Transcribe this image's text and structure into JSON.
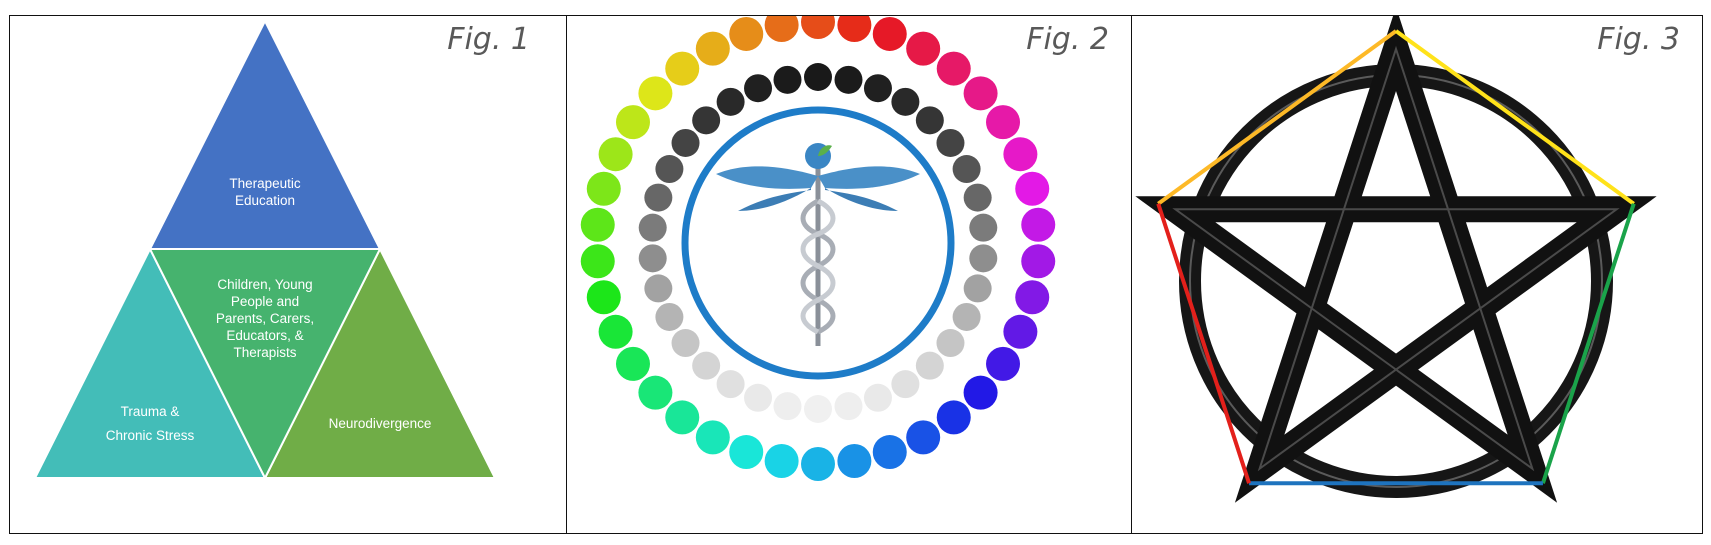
{
  "figures": [
    {
      "label": "Fig. 1",
      "segments": {
        "top": [
          "Therapeutic",
          "Education"
        ],
        "center": [
          "Children, Young",
          "People and",
          "Parents, Carers,",
          "Educators, &",
          "Therapists"
        ],
        "left": [
          "Trauma &",
          "Chronic Stress"
        ],
        "right": [
          "Neurodivergence"
        ]
      },
      "colors": {
        "top": "#4472C4",
        "center": "#46B36E",
        "left": "#43BDB8",
        "right": "#70AD47"
      }
    },
    {
      "label": "Fig. 2",
      "icon": "caduceus-icon",
      "ring_color": "#1E7CC8"
    },
    {
      "label": "Fig. 3",
      "icon": "pentagram-icon",
      "pentagon_edge_colors": [
        "#FDB927",
        "#FFE21A",
        "#1AA34A",
        "#1E73BE",
        "#E3201B"
      ]
    }
  ]
}
